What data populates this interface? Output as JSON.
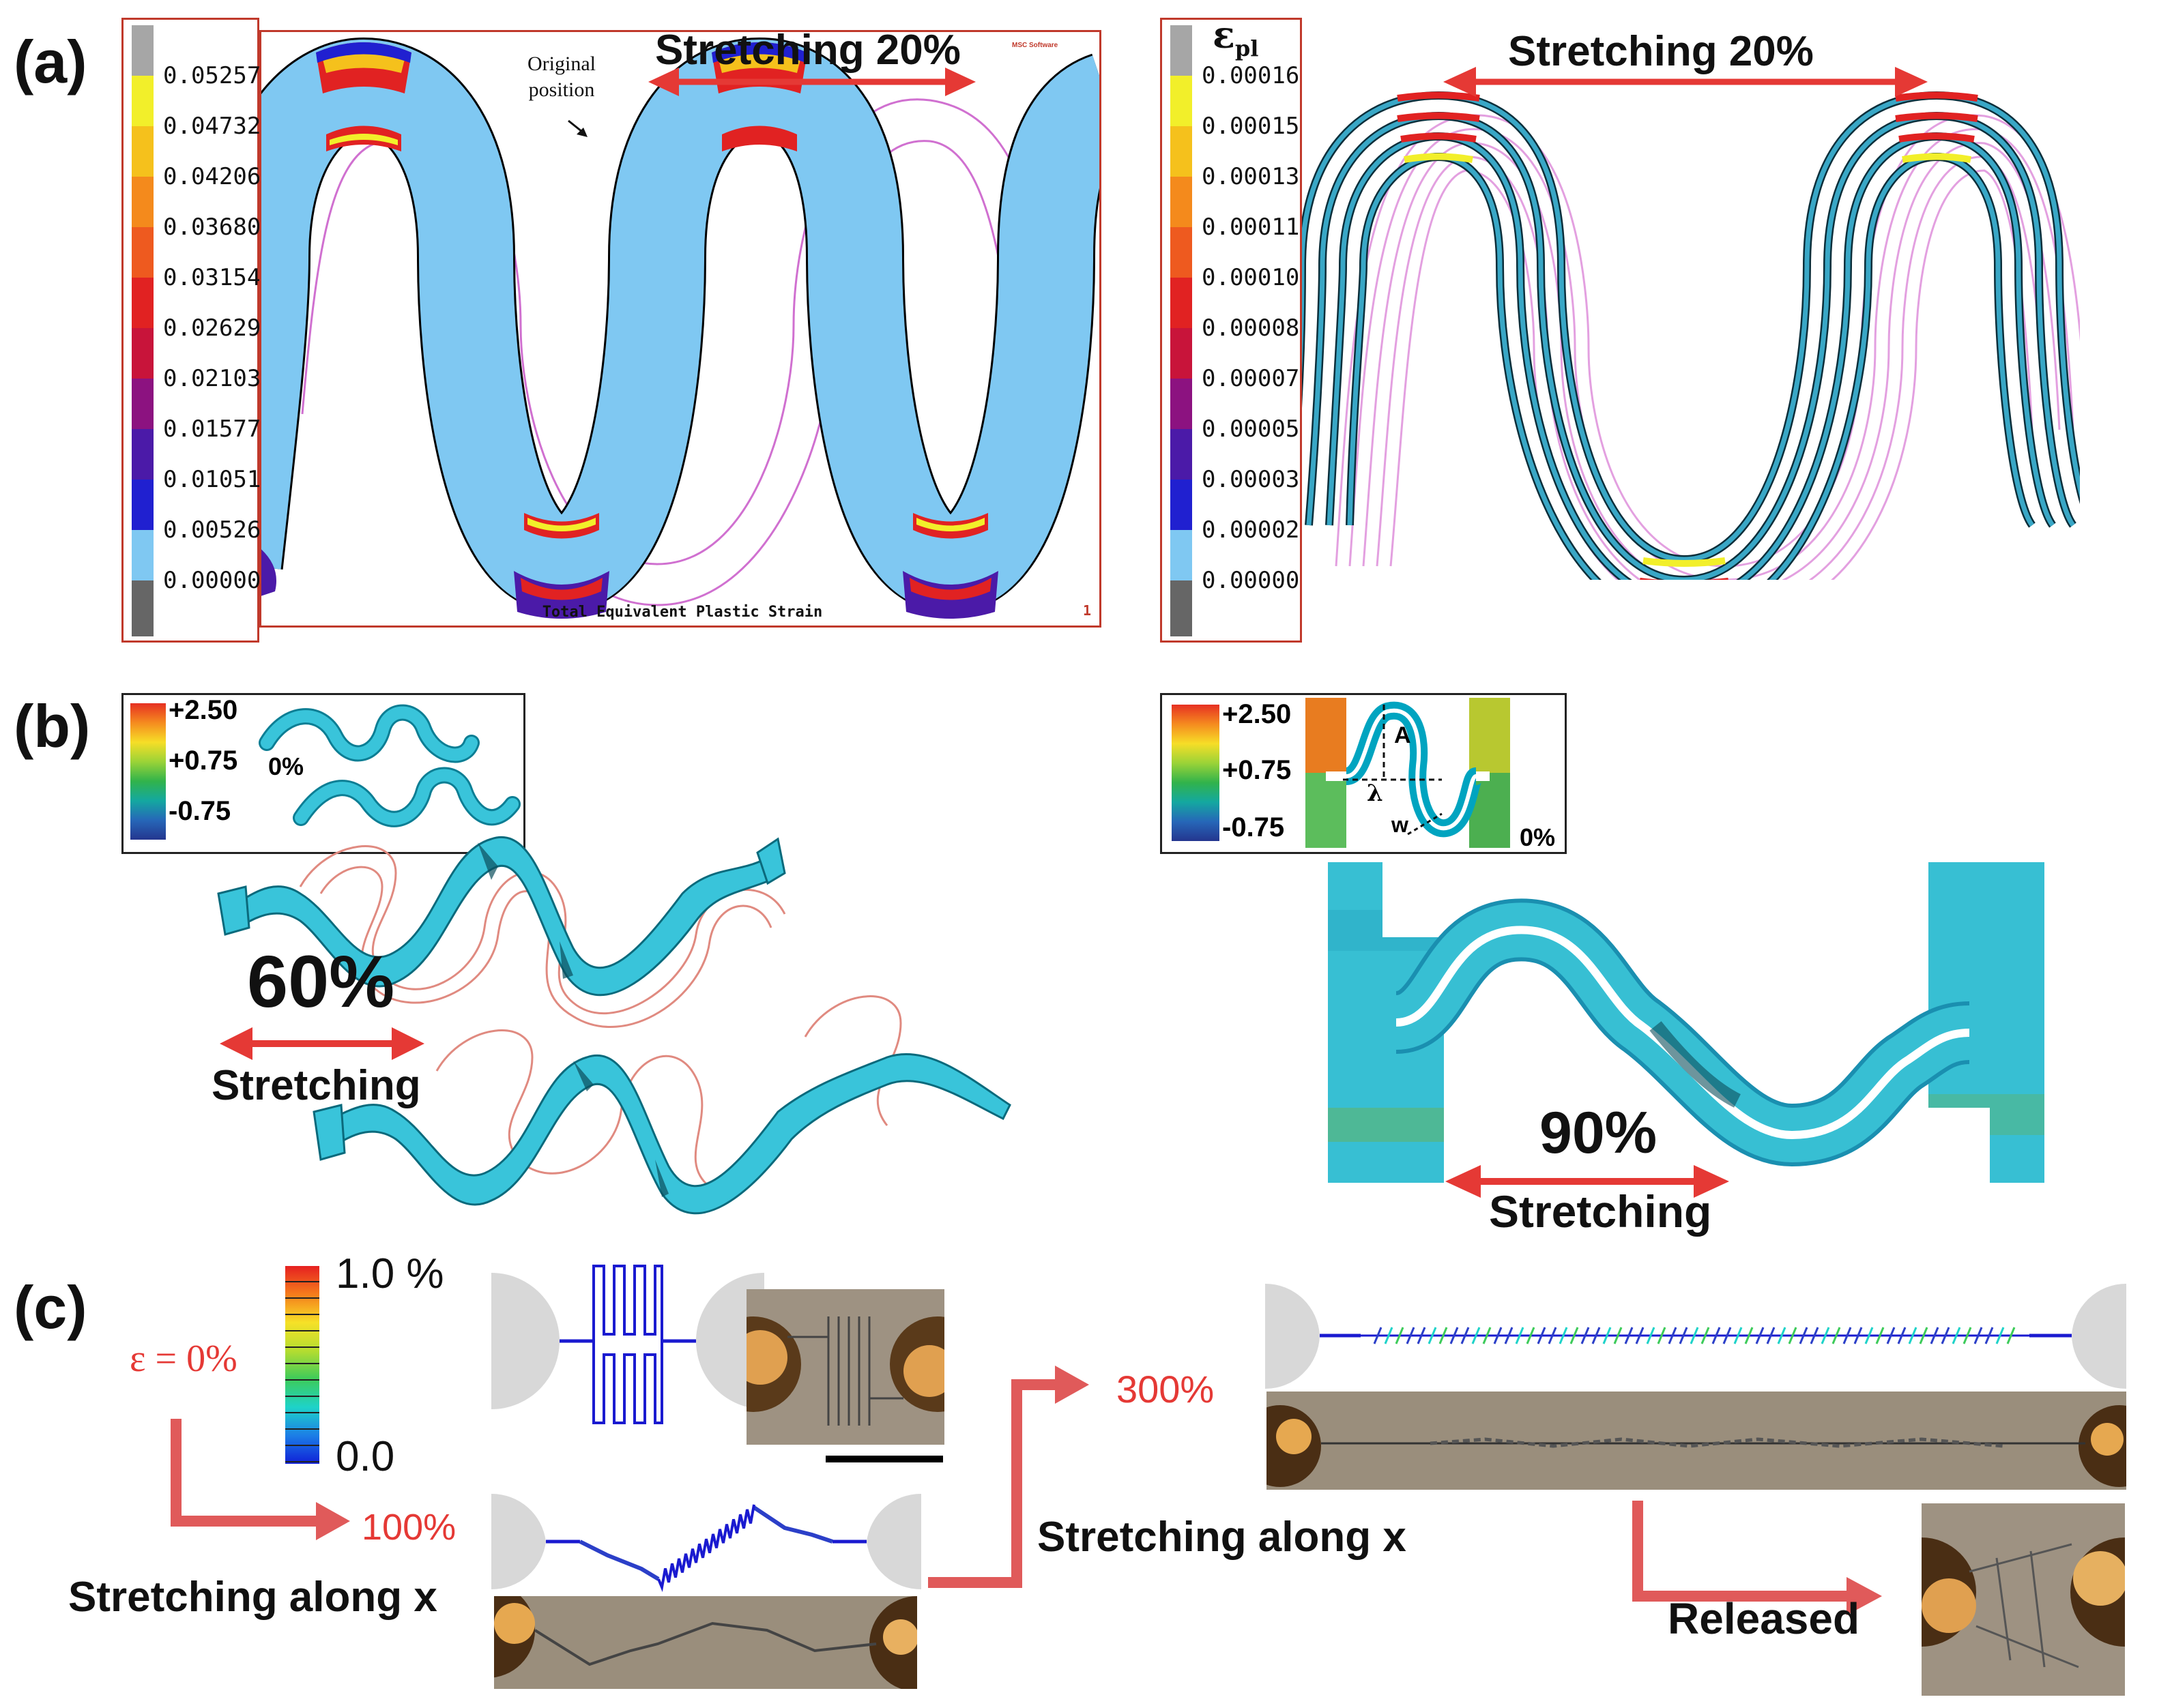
{
  "panels": {
    "a": {
      "label": "(a)",
      "left": {
        "colorbar_values": [
          "0.05257",
          "0.04732",
          "0.04206",
          "0.03680",
          "0.03154",
          "0.02629",
          "0.02103",
          "0.01577",
          "0.01051",
          "0.00526",
          "0.00000"
        ],
        "title": "Stretching 20%",
        "annotation": [
          "Original",
          "position"
        ],
        "footer": "Total Equivalent Plastic Strain",
        "page_num": "1",
        "vendor_mark": "MSC Software"
      },
      "right": {
        "colorbar_symbol": "ε",
        "colorbar_subscript": "pl",
        "colorbar_values": [
          "0.00016",
          "0.00015",
          "0.00013",
          "0.00011",
          "0.00010",
          "0.00008",
          "0.00007",
          "0.00005",
          "0.00003",
          "0.00002",
          "0.00000"
        ],
        "title": "Stretching 20%"
      }
    },
    "b": {
      "label": "(b)",
      "left": {
        "colorbar_values": [
          "+2.50",
          "+0.75",
          "-0.75"
        ],
        "inset_strain": "0%",
        "strain": "60%",
        "caption": "Stretching"
      },
      "right": {
        "colorbar_values": [
          "+2.50",
          "+0.75",
          "-0.75"
        ],
        "inset_strain": "0%",
        "inset_symbols": [
          "A",
          "λ",
          "w"
        ],
        "strain": "90%",
        "caption": "Stretching"
      }
    },
    "c": {
      "label": "(c)",
      "colorbar_max": "1.0 %",
      "colorbar_min": "0.0",
      "eps_label": "ε = 0%",
      "step1_value": "100%",
      "step1_caption": "Stretching along x",
      "step2_value": "300%",
      "step2_caption": "Stretching along x",
      "step3_caption": "Released"
    }
  },
  "colors": {
    "frame_red": "#c0392b",
    "arrow_red": "#e53935",
    "ribbon_blue": "#7fc8f2",
    "ribbon_cyan": "#3fc4d8",
    "pink_outline": "#d070d0",
    "salmon_outline": "#e08a80"
  }
}
